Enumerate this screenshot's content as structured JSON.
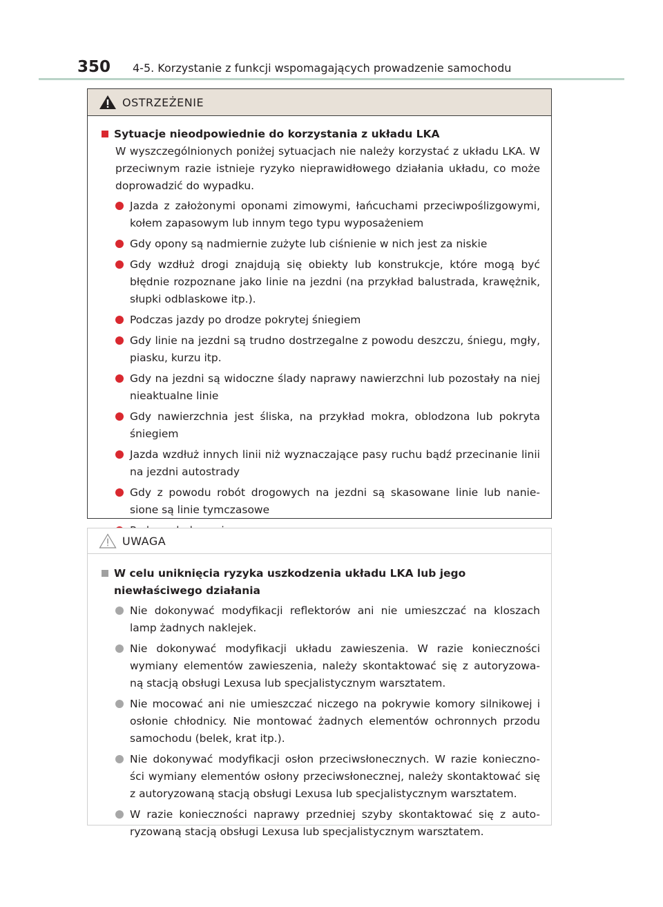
{
  "header": {
    "page_number": "350",
    "chapter": "4-5. Korzystanie z funkcji wspomagających prowadzenie samochodu"
  },
  "warning": {
    "label": "OSTRZEŻENIE",
    "icon": "warning-triangle-icon",
    "accent_color": "#d9282f",
    "section_title": "Sytuacje nieodpowiednie do korzystania z układu LKA",
    "intro": "W wyszczególnionych poniżej sytuacjach nie należy korzystać z układu LKA. W przeciwnym razie istnieje ryzyko nieprawidłowego działania układu, co może doprowadzić do wypadku.",
    "items": [
      "Jazda z założonymi oponami zimowymi, łańcuchami przeciwpoślizgowymi, kołem zapasowym lub innym tego typu wyposażeniem",
      "Gdy opony są nadmiernie zużyte lub ciśnienie w nich jest za niskie",
      "Gdy wzdłuż drogi znajdują się obiekty lub konstrukcje, które mogą być błędnie rozpoznane jako linie na jezdni (na przykład balustrada, krawężnik, słupki odblaskowe itp.).",
      "Podczas jazdy po drodze pokrytej śniegiem",
      "Gdy linie na jezdni są trudno dostrzegalne z powodu deszczu, śniegu, mgły, piasku, kurzu itp.",
      "Gdy na jezdni są widoczne ślady naprawy nawierzchni lub pozostały na niej nieaktualne linie",
      "Gdy nawierzchnia jest śliska, na przykład mokra, oblodzona lub pokryta śniegiem",
      "Jazda wzdłuż innych linii niż wyznaczające pasy ruchu bądź przecinanie linii na jezdni autostrady",
      "Gdy z powodu robót drogowych na jezdni są skasowane linie lub nanie- sione są linie tymczasowe",
      "Podczas holowania przyczepy"
    ]
  },
  "notice": {
    "label": "UWAGA",
    "icon": "caution-triangle-icon",
    "accent_color": "#a7a7a7",
    "section_title": "W celu uniknięcia ryzyka uszkodzenia układu LKA lub jego niewłaściwego działania",
    "items": [
      "Nie dokonywać modyfikacji reflektorów ani nie umieszczać na kloszach lamp żadnych naklejek.",
      "Nie dokonywać modyfikacji układu zawieszenia. W razie konieczności wymiany elementów zawieszenia, należy skontaktować się z autoryzowa- ną stacją obsługi Lexusa lub specjalistycznym warsztatem.",
      "Nie mocować ani nie umieszczać niczego na pokrywie komory silnikowej i osłonie chłodnicy. Nie montować żadnych elementów ochronnych przodu samochodu (belek, krat itp.).",
      "Nie dokonywać modyfikacji osłon przeciwsłonecznych. W razie konieczno- ści wymiany elementów osłony przeciwsłonecznej, należy skontaktować się z autoryzowaną stacją obsługi Lexusa lub specjalistycznym warsztatem.",
      "W razie konieczności naprawy przedniej szyby skontaktować się z auto- ryzowaną stacją obsługi Lexusa lub specjalistycznym warsztatem."
    ]
  }
}
